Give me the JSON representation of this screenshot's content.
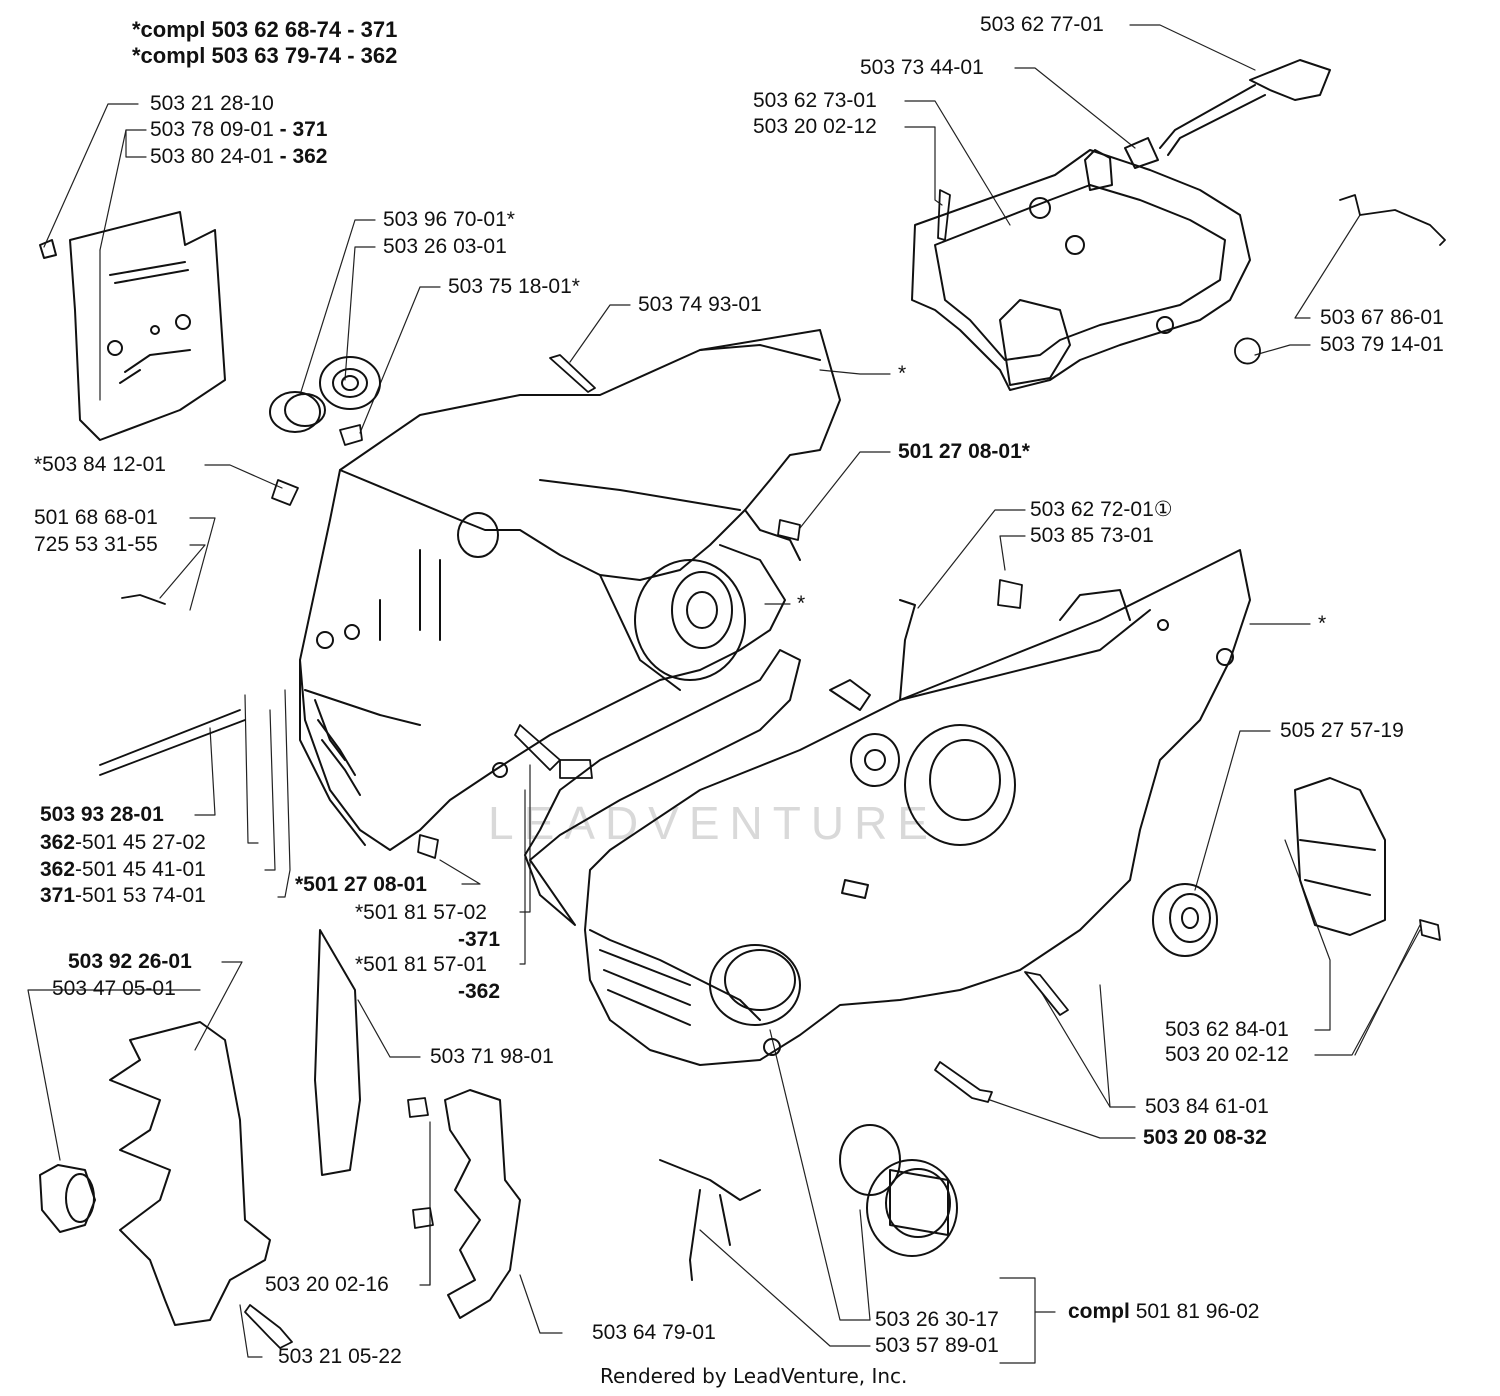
{
  "header": {
    "line1": "*compl 503 62 68-74 - 371",
    "line2": "*compl 503 63 79-74 - 362"
  },
  "labels": {
    "p_503622877": "503 62 77-01",
    "p_503734401": "503 73 44-01",
    "p_503627301": "503 62 73-01",
    "p_503200212_top": "503 20 02-12",
    "p_503678601": "503 67 86-01",
    "p_503791401": "503 79 14-01",
    "p_503212810": "503 21 28-10",
    "p_503780901": "503 78 09-01",
    "p_503780901_suffix": "- 371",
    "p_503802401": "503 80 24-01",
    "p_503802401_suffix": "- 362",
    "p_503967001": "503 96 70-01*",
    "p_503260301": "503 26 03-01",
    "p_503751801": "503 75 18-01*",
    "p_503749301": "503 74 93-01",
    "star_top": "*",
    "p_503841201": "*503 84 12-01",
    "p_501270801_right": "501 27 08-01*",
    "p_501686801": "501 68 68-01",
    "p_725533155": "725 53 31-55",
    "p_503627201": "503 62 72-01",
    "circled_one": "①",
    "p_503857301": "503 85 73-01",
    "star_mid": "*",
    "star_right": "*",
    "p_505275719": "505 27 57-19",
    "p_503932801": "503 93 28-01",
    "p_362_prefix_a": "362",
    "p_501452702": "-501 45 27-02",
    "p_362_prefix_b": "362",
    "p_501454101": "-501 45 41-01",
    "p_371_prefix": "371",
    "p_501537401": "-501 53 74-01",
    "p_501270801_left": "*501 27 08-01",
    "p_501815702": "*501 81 57-02",
    "p_371_line": "-371",
    "p_501815701": "*501 81 57-01",
    "p_362_line": "-362",
    "p_503922601": "503 92 26-01",
    "p_503470501": "503 47 05-01",
    "p_503719801": "503 71 98-01",
    "p_503628401": "503 62 84-01",
    "p_503200212_right": "503 20 02-12",
    "p_503846101": "503 84 61-01",
    "p_503200832": "503 20 08-32",
    "p_503200216": "503 20 02-16",
    "p_503213522": "503 21 05-22",
    "p_503647901": "503 64 79-01",
    "compl_prefix": "compl",
    "compl_number": "501 81 96-02",
    "p_503263017": "503 26 30-17",
    "p_503578901": "503 57 89-01"
  },
  "watermark": "LEADVENTURE",
  "footer": "Rendered by LeadVenture, Inc."
}
